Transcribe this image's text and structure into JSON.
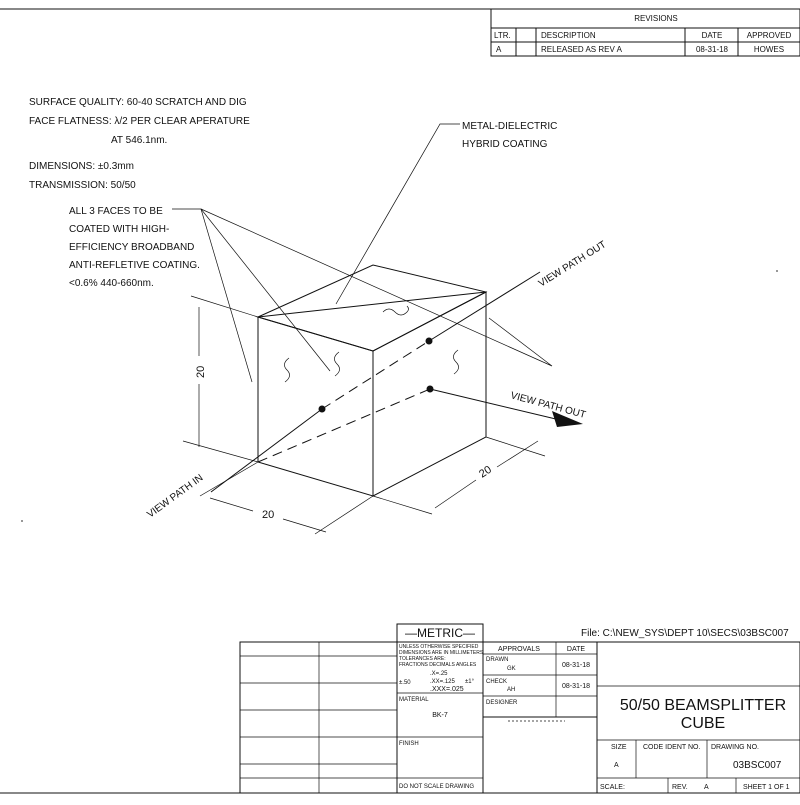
{
  "revisions": {
    "title": "REVISIONS",
    "headers": [
      "LTR.",
      "DESCRIPTION",
      "DATE",
      "APPROVED"
    ],
    "row": [
      "A",
      "RELEASED AS REV A",
      "08-31-18",
      "HOWES"
    ]
  },
  "notes": {
    "surface_quality": "SURFACE QUALITY: 60-40 SCRATCH AND DIG",
    "face_flatness": "FACE FLATNESS: λ/2 PER CLEAR APERATURE",
    "wavelength": "AT 546.1nm.",
    "dimensions": "DIMENSIONS: ±0.3mm",
    "transmission": "TRANSMISSION: 50/50",
    "ar_lines": [
      "ALL 3 FACES TO BE",
      "COATED WITH HIGH-",
      "EFFICIENCY BROADBAND",
      "ANTI-REFLETIVE COATING.",
      "<0.6% 440-660nm."
    ],
    "coating_lines": [
      "METAL-DIELECTRIC",
      "HYBRID COATING"
    ]
  },
  "drawing": {
    "view_path_in": "VIEW PATH IN",
    "view_path_out_top": "VIEW PATH OUT",
    "view_path_out_right": "VIEW PATH OUT",
    "dim_height": "20",
    "dim_width": "20",
    "dim_depth": "20"
  },
  "title_block": {
    "file": "File: C:\\NEW_SYS\\DEPT 10\\SECS\\03BSC007",
    "metric": "—METRIC—",
    "tolerance_lines": [
      "UNLESS OTHERWISE SPECIFIED",
      "DIMENSIONS ARE IN MILLIMETERS",
      "TOLERANCES ARE:",
      "FRACTIONS  DECIMALS  ANGLES"
    ],
    "tol_x": ".X=.25",
    "tol_frac": "±.50",
    "tol_xx": ".XX=.125",
    "tol_ang": "±1°",
    "tol_xxx": ".XXX=.025",
    "approvals": "APPROVALS",
    "date": "DATE",
    "drawn": "DRAWN",
    "drawn_by": "GK",
    "drawn_date": "08-31-18",
    "check": "CHECK",
    "check_by": "AH",
    "check_date": "08-31-18",
    "material": "MATERIAL",
    "material_value": "BK-7",
    "designer": "DESIGNER",
    "finish": "FINISH",
    "do_not_scale": "DO NOT SCALE DRAWING",
    "title_1": "50/50 BEAMSPLITTER",
    "title_2": "CUBE",
    "size": "SIZE",
    "size_value": "A",
    "code_ident": "CODE IDENT NO.",
    "drawing_no": "DRAWING NO.",
    "drawing_no_value": "03BSC007",
    "scale": "SCALE:",
    "rev": "REV.",
    "rev_value": "A",
    "sheet": "SHEET 1 OF 1"
  }
}
